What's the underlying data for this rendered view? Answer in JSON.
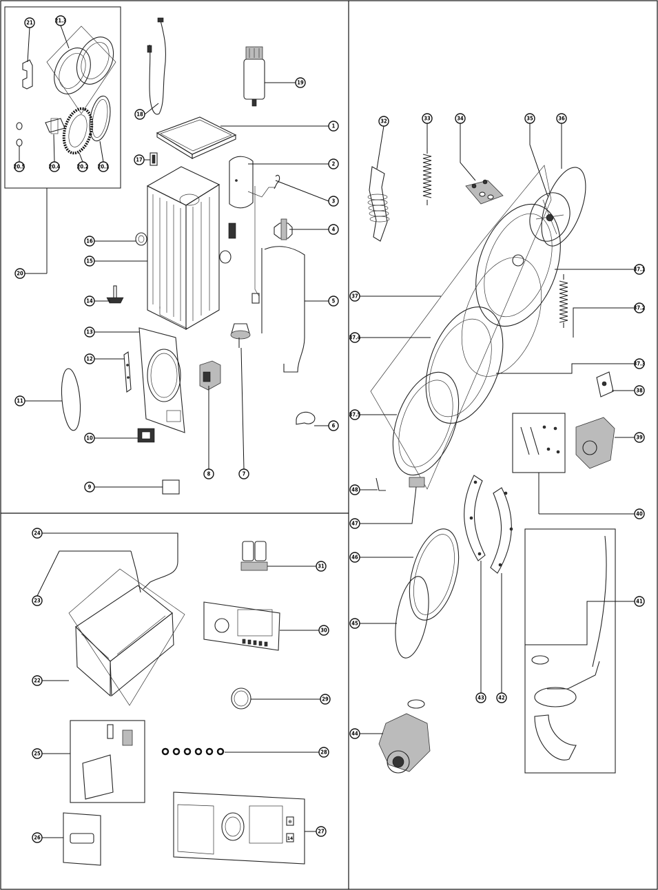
{
  "diagram": {
    "callouts": [
      {
        "id": "c21",
        "text": "21"
      },
      {
        "id": "c213",
        "text": "21.3"
      },
      {
        "id": "c205",
        "text": "20.5"
      },
      {
        "id": "c204",
        "text": "20.4"
      },
      {
        "id": "c202",
        "text": "20.2"
      },
      {
        "id": "c201",
        "text": "20.1"
      },
      {
        "id": "c18",
        "text": "18"
      },
      {
        "id": "c19",
        "text": "19"
      },
      {
        "id": "c1",
        "text": "1"
      },
      {
        "id": "c17",
        "text": "17"
      },
      {
        "id": "c2",
        "text": "2"
      },
      {
        "id": "c3",
        "text": "3"
      },
      {
        "id": "c4",
        "text": "4"
      },
      {
        "id": "c16",
        "text": "16"
      },
      {
        "id": "c15",
        "text": "15"
      },
      {
        "id": "c20",
        "text": "20"
      },
      {
        "id": "c14",
        "text": "14"
      },
      {
        "id": "c5",
        "text": "5"
      },
      {
        "id": "c13",
        "text": "13"
      },
      {
        "id": "c12",
        "text": "12"
      },
      {
        "id": "c11",
        "text": "11"
      },
      {
        "id": "c10",
        "text": "10"
      },
      {
        "id": "c6",
        "text": "6"
      },
      {
        "id": "c8",
        "text": "8"
      },
      {
        "id": "c7",
        "text": "7"
      },
      {
        "id": "c9",
        "text": "9"
      },
      {
        "id": "c32",
        "text": "32"
      },
      {
        "id": "c33",
        "text": "33"
      },
      {
        "id": "c34r",
        "text": "34"
      },
      {
        "id": "c35",
        "text": "35"
      },
      {
        "id": "c36",
        "text": "36"
      },
      {
        "id": "c371",
        "text": "37.1"
      },
      {
        "id": "c37",
        "text": "37"
      },
      {
        "id": "c372",
        "text": "37.2"
      },
      {
        "id": "c374",
        "text": "37.4"
      },
      {
        "id": "c373",
        "text": "37.3"
      },
      {
        "id": "c38",
        "text": "38"
      },
      {
        "id": "c375",
        "text": "37.5"
      },
      {
        "id": "c39",
        "text": "39"
      },
      {
        "id": "c48",
        "text": "48"
      },
      {
        "id": "c40",
        "text": "40"
      },
      {
        "id": "c47",
        "text": "47"
      },
      {
        "id": "c46",
        "text": "46"
      },
      {
        "id": "c41",
        "text": "41"
      },
      {
        "id": "c45",
        "text": "45"
      },
      {
        "id": "c43",
        "text": "43"
      },
      {
        "id": "c42",
        "text": "42"
      },
      {
        "id": "c44",
        "text": "44"
      },
      {
        "id": "c24",
        "text": "24"
      },
      {
        "id": "c31",
        "text": "31"
      },
      {
        "id": "c23",
        "text": "23"
      },
      {
        "id": "c30",
        "text": "30"
      },
      {
        "id": "c22",
        "text": "22"
      },
      {
        "id": "c29",
        "text": "29"
      },
      {
        "id": "c28",
        "text": "28"
      },
      {
        "id": "c25",
        "text": "25"
      },
      {
        "id": "c26",
        "text": "26"
      },
      {
        "id": "c27",
        "text": "27"
      }
    ],
    "panel_text": {
      "time_button": "⊕",
      "temp_button": "14"
    }
  }
}
